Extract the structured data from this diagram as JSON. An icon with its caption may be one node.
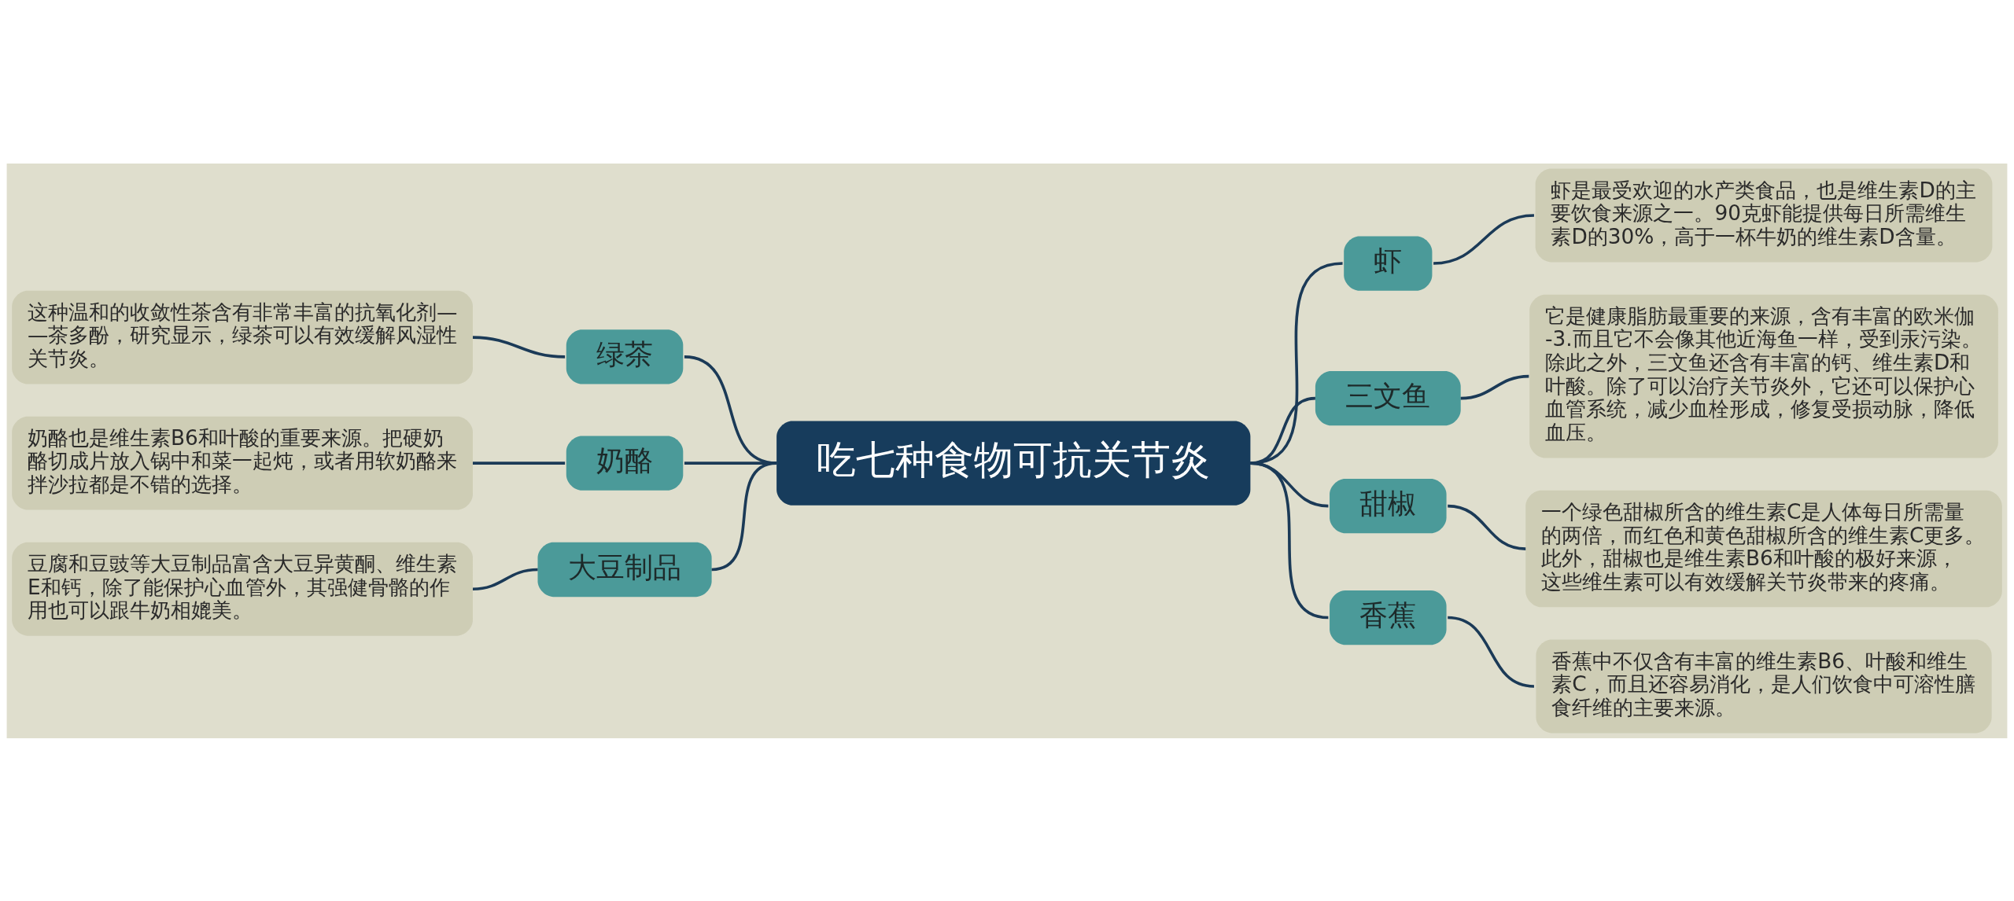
{
  "diagram": {
    "nodes": [
      {
        "text": [
          "吃七种食物可抗关节炎"
        ]
      },
      {
        "text": [
          "绿茶"
        ]
      },
      {
        "text": [
          "这种温和的收敛性茶含有非常丰富的抗氧化剂——茶多酚，研究显示，绿茶可以有效缓解风湿性关节炎。"
        ]
      },
      {
        "text": [
          "奶酪"
        ]
      },
      {
        "text": [
          "奶酪也是维生素B6和叶酸的重要来源。把硬奶酪切成片放入锅中和菜一起炖，或者用软奶酪来拌沙拉都是不错的选择。"
        ]
      },
      {
        "text": [
          "大豆制品"
        ]
      },
      {
        "text": [
          "豆腐和豆豉等大豆制品富含大豆异黄酮、维生素E和钙，除了能保护心血管外，其强健骨骼的作用也可以跟牛奶相媲美。"
        ]
      },
      {
        "text": [
          "虾"
        ]
      },
      {
        "text": [
          "虾是最受欢迎的水产类食品，也是维生素D的主要饮食来源之一。90克虾能提供每日所需维生素D的30%，高于一杯牛奶的维生素D含量。"
        ]
      },
      {
        "text": [
          "三文鱼"
        ]
      },
      {
        "text": [
          "它是健康脂肪最重要的来源，含有丰富的欧米伽-3.而且它不会像其他近海鱼一样，受到汞污染。除此之外，三文鱼还含有丰富的钙、维生素D和叶酸。除了可以治疗关节炎外，它还可以保护心血管系统，减少血栓形成，修复受损动脉，降低血压。"
        ]
      },
      {
        "text": [
          "甜椒"
        ]
      },
      {
        "text": [
          "一个绿色甜椒所含的维生素C是人体每日所需量的两倍，而红色和黄色甜椒所含的维生素C更多。此外，甜椒也是维生素B6和叶酸的极好来源，这些维生素可以有效缓解关节炎带来的疼痛。"
        ]
      },
      {
        "text": [
          "香蕉"
        ]
      },
      {
        "text": [
          "香蕉中不仅含有丰富的维生素B6、叶酸和维生素C，而且还容易消化，是人们饮食中可溶性膳食纤维的主要来源。"
        ]
      }
    ],
    "edges": [
      {
        "from": 0,
        "to": 1,
        "arrow": "none"
      },
      {
        "from": 1,
        "to": 2,
        "arrow": "none"
      },
      {
        "from": 0,
        "to": 3,
        "arrow": "none"
      },
      {
        "from": 3,
        "to": 4,
        "arrow": "none"
      },
      {
        "from": 0,
        "to": 5,
        "arrow": "none"
      },
      {
        "from": 5,
        "to": 6,
        "arrow": "none"
      },
      {
        "from": 0,
        "to": 7,
        "arrow": "none"
      },
      {
        "from": 7,
        "to": 8,
        "arrow": "none"
      },
      {
        "from": 0,
        "to": 9,
        "arrow": "none"
      },
      {
        "from": 9,
        "to": 10,
        "arrow": "none"
      },
      {
        "from": 0,
        "to": 11,
        "arrow": "none"
      },
      {
        "from": 11,
        "to": 12,
        "arrow": "none"
      },
      {
        "from": 0,
        "to": 13,
        "arrow": "none"
      },
      {
        "from": 13,
        "to": 14,
        "arrow": "none"
      }
    ]
  }
}
